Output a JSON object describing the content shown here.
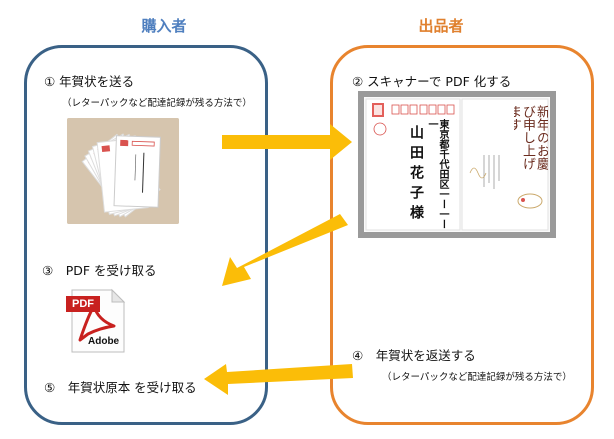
{
  "buyer": {
    "title": "購入者",
    "step1": "① 年賀状を送る",
    "step1_note": "（レターパックなど配達記録が残る方法で）",
    "step3": "③　PDF を受け取る",
    "step5": "⑤　年賀状原本 を受け取る",
    "pdf_icon": {
      "label": "PDF",
      "brand": "Adobe"
    }
  },
  "seller": {
    "title": "出品者",
    "step2": "② スキャナーで PDF 化する",
    "step4": "④　年賀状を返送する",
    "step4_note": "（レターパックなど配達記録が残る方法で）"
  },
  "postcard": {
    "address": "東京都千代田区一ー一ー一",
    "name": "山田花子様",
    "greeting": "新年のお慶び申し上げます"
  },
  "colors": {
    "buyer_border": "#3a6186",
    "buyer_title": "#4f7fbf",
    "seller_border": "#e8842e",
    "seller_title": "#e0802e",
    "arrow": "#fbbd08",
    "pdf_red": "#c8211f"
  }
}
